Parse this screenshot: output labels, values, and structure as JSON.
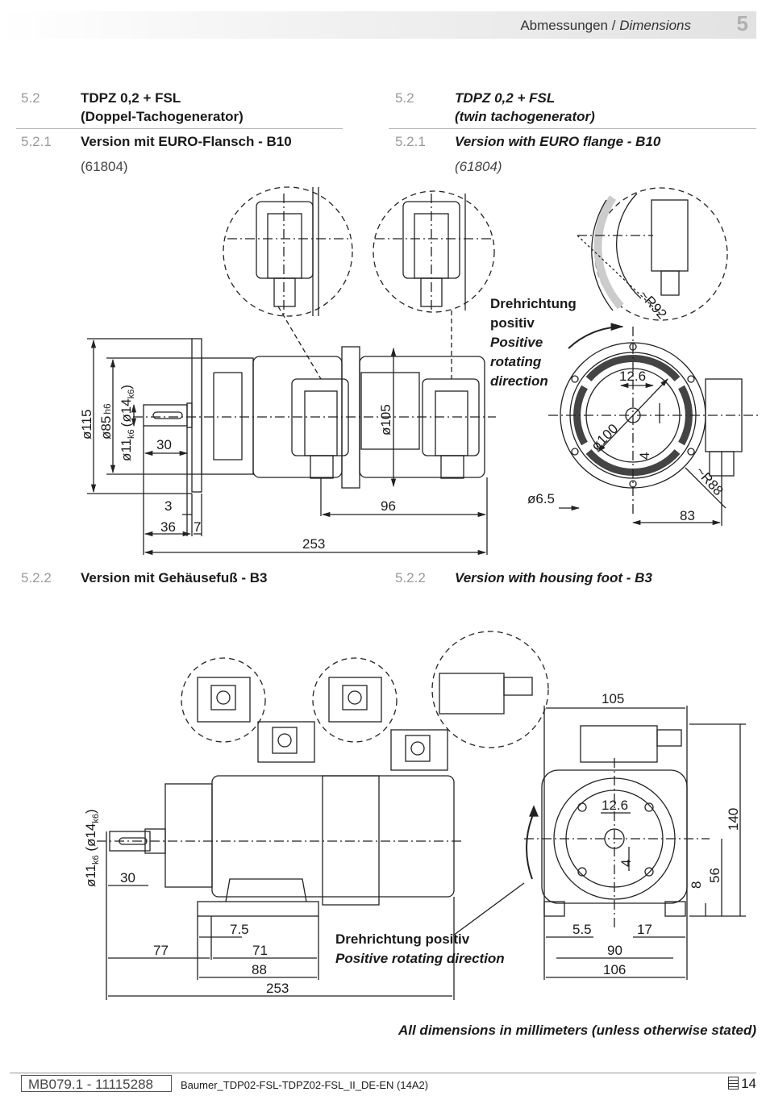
{
  "header": {
    "title_de": "Abmessungen",
    "separator": " / ",
    "title_en": "Dimensions",
    "chapter": "5"
  },
  "sections": [
    {
      "num_de": "5.2",
      "title_de_1": "TDPZ 0,2 + FSL",
      "title_de_2": "(Doppel-Tachogenerator)",
      "num_en": "5.2",
      "title_en_1": "TDPZ 0,2 + FSL",
      "title_en_2": "(twin tachogenerator)"
    },
    {
      "num_de": "5.2.1",
      "title_de": "Version mit EURO-Flansch - B10",
      "code_de": "(61804)",
      "num_en": "5.2.1",
      "title_en": "Version with EURO flange - B10",
      "code_en": "(61804)"
    },
    {
      "num_de": "5.2.2",
      "title_de": "Version mit Gehäusefuß - B3",
      "num_en": "5.2.2",
      "title_en": "Version with housing foot - B3"
    }
  ],
  "drawing_b10": {
    "dims": {
      "d115": "ø115",
      "d85": "ø85",
      "d85_tol": "h6",
      "d11": "ø11",
      "d11_tol": "k6",
      "d14_open": "(ø14",
      "d14_tol": "k6",
      "d14_close": ")",
      "shaft30": "30",
      "d105": "ø105",
      "len3": "3",
      "len36": "36",
      "len7": "7",
      "len96": "96",
      "len253": "253",
      "r92": "~R92",
      "r88": "~R88",
      "off12_6": "12.6",
      "off4": "4",
      "d100": "ø100",
      "hole6_5": "ø6.5",
      "len83": "83"
    },
    "rotation_label": [
      "Drehrichtung",
      "positiv",
      "Positive",
      "rotating",
      "direction"
    ]
  },
  "drawing_b3": {
    "dims": {
      "d11": "ø11",
      "d11_tol": "k6",
      "d14_open": " (ø14",
      "d14_tol": "k6",
      "d14_close": ")",
      "shaft30": "30",
      "len7_5": "7.5",
      "len77": "77",
      "len71": "71",
      "len88": "88",
      "len253": "253",
      "w105": "105",
      "h140": "140",
      "off12_6": "12.6",
      "off4": "4",
      "h8": "8",
      "h56": "56",
      "w5_5": "5.5",
      "w17": "17",
      "w90": "90",
      "w106": "106"
    },
    "rotation_label_de": "Drehrichtung positiv",
    "rotation_label_en": "Positive rotating direction"
  },
  "footnote": "All dimensions in millimeters (unless otherwise stated)",
  "footer": {
    "doc_id": "MB079.1 - 11115288",
    "file": "Baumer_TDP02-FSL-TDPZ02-FSL_II_DE-EN (14A2)",
    "page": "14"
  }
}
